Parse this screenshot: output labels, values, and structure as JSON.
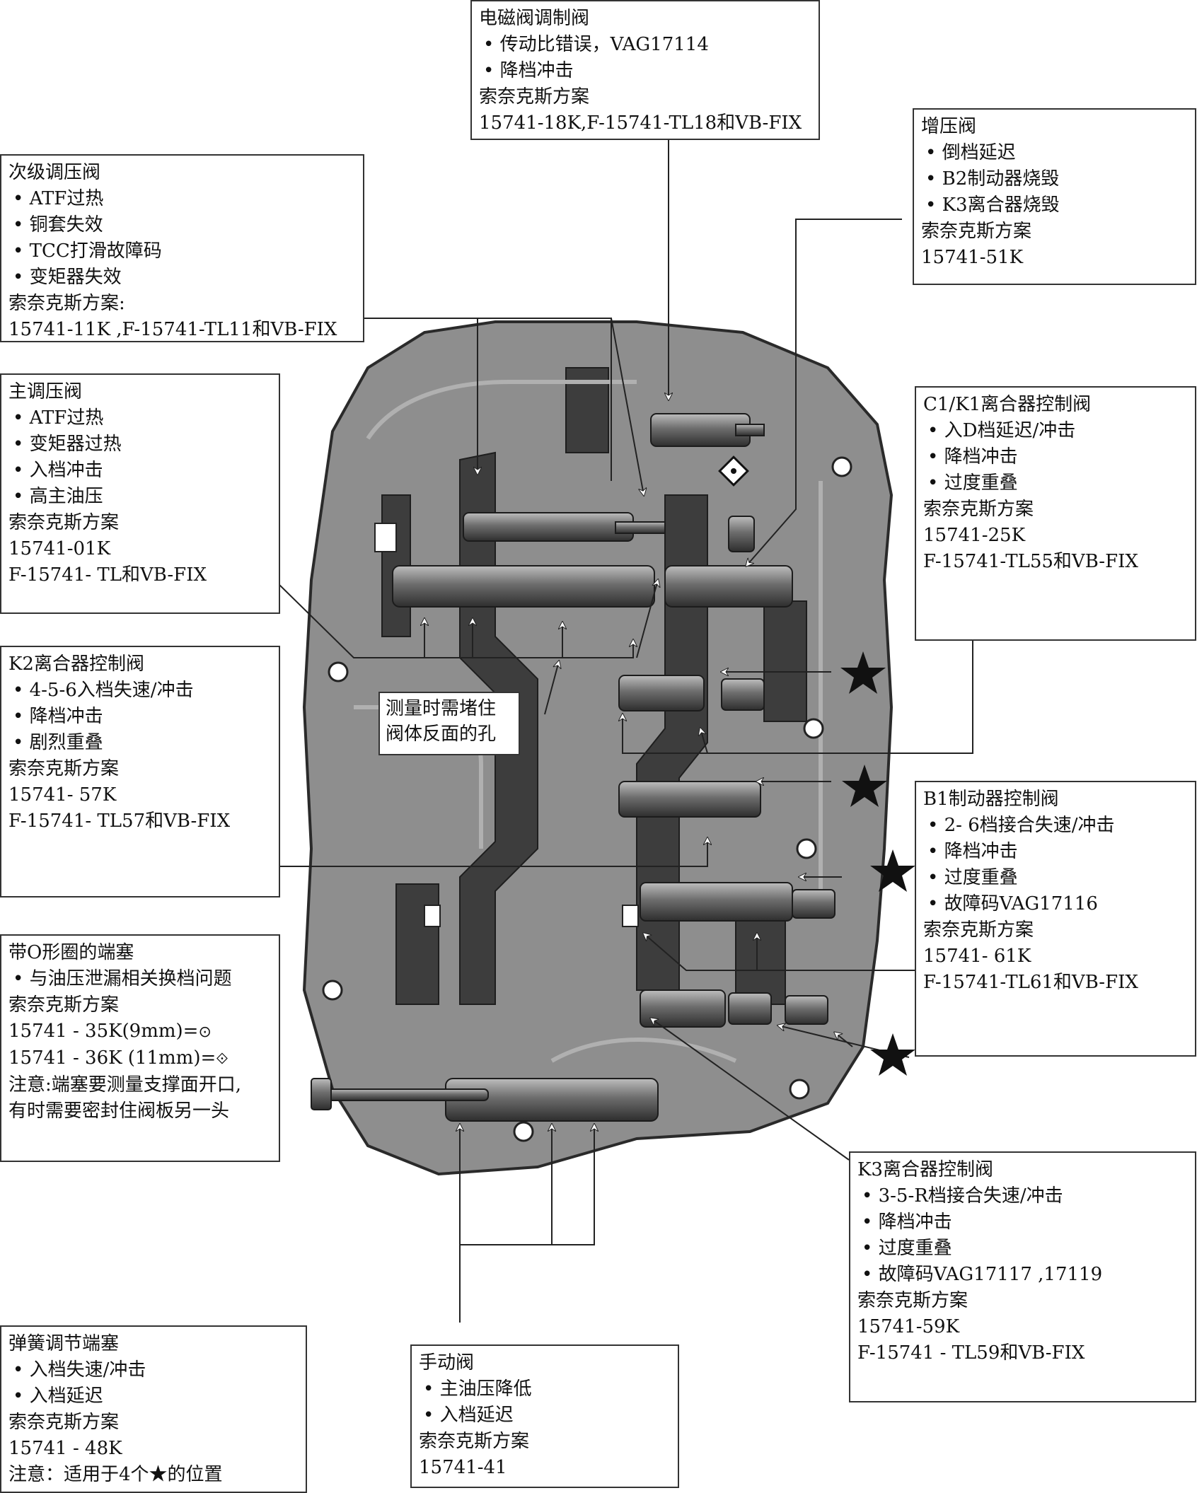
{
  "callouts": {
    "solenoid_modulator": {
      "title": "电磁阀调制阀",
      "bullets": [
        "传动比错误，VAG17114",
        "降档冲击"
      ],
      "solution_label": "索奈克斯方案",
      "parts": [
        "15741-18K,F-15741-TL18和VB-FIX"
      ]
    },
    "boost_valve": {
      "title": "增压阀",
      "bullets": [
        "倒档延迟",
        "B2制动器烧毁",
        "K3离合器烧毁"
      ],
      "solution_label": "索奈克斯方案",
      "parts": [
        "15741-51K"
      ]
    },
    "secondary_regulator": {
      "title": "次级调压阀",
      "bullets": [
        "ATF过热",
        "铜套失效",
        "TCC打滑故障码",
        "变矩器失效"
      ],
      "solution_label": "索奈克斯方案:",
      "parts": [
        "15741-11K ,F-15741-TL11和VB-FIX"
      ]
    },
    "main_regulator": {
      "title": "主调压阀",
      "bullets": [
        "ATF过热",
        "变矩器过热",
        "入档冲击",
        "高主油压"
      ],
      "solution_label": "索奈克斯方案",
      "parts": [
        "15741-01K",
        "F-15741- TL和VB-FIX"
      ]
    },
    "c1k1_clutch": {
      "title": "C1/K1离合器控制阀",
      "bullets": [
        "入D档延迟/冲击",
        "降档冲击",
        "过度重叠"
      ],
      "solution_label": "索奈克斯方案",
      "parts": [
        "15741-25K",
        "F-15741-TL55和VB-FIX"
      ]
    },
    "k2_clutch": {
      "title": "K2离合器控制阀",
      "bullets": [
        "4-5-6入档失速/冲击",
        "降档冲击",
        "剧烈重叠"
      ],
      "solution_label": "索奈克斯方案",
      "parts": [
        "15741- 57K",
        "F-15741- TL57和VB-FIX"
      ]
    },
    "b1_brake": {
      "title": "B1制动器控制阀",
      "bullets": [
        "2- 6档接合失速/冲击",
        "降档冲击",
        "过度重叠",
        "故障码VAG17116"
      ],
      "solution_label": "索奈克斯方案",
      "parts": [
        "15741- 61K",
        "F-15741-TL61和VB-FIX"
      ]
    },
    "oring_plug": {
      "title": "带O形圈的端塞",
      "bullets": [
        "与油压泄漏相关换档问题"
      ],
      "solution_label": "索奈克斯方案",
      "parts": [
        "15741 - 35K(9mm)=",
        "15741 - 36K (11mm)="
      ],
      "part_glyphs": [
        "⊙",
        "⟐"
      ],
      "notes": [
        "注意:端塞要测量支撑面开口,",
        "有时需要密封住阀板另一头"
      ]
    },
    "k3_clutch": {
      "title": "K3离合器控制阀",
      "bullets": [
        "3-5-R档接合失速/冲击",
        "降档冲击",
        "过度重叠",
        "故障码VAG17117 ,17119"
      ],
      "solution_label": "索奈克斯方案",
      "parts": [
        "15741-59K",
        "F-15741 - TL59和VB-FIX"
      ]
    },
    "spring_plug": {
      "title": "弹簧调节端塞",
      "bullets": [
        "入档失速/冲击",
        "入档延迟"
      ],
      "solution_label": "索奈克斯方案",
      "parts": [
        "15741 - 48K"
      ],
      "notes": [
        "注意：适用于4个★的位置"
      ]
    },
    "manual_valve": {
      "title": "手动阀",
      "bullets": [
        "主油压降低",
        "入档延迟"
      ],
      "solution_label": "索奈克斯方案",
      "parts": [
        "15741-41"
      ]
    }
  },
  "measure_note": [
    "测量时需堵住",
    "阀体反面的孔"
  ],
  "colors": {
    "body": "#8c8c8c",
    "body_dark": "#5e5e5e",
    "channel": "#3a3a3a",
    "spool": "#6a6a6a",
    "frame": "#333333"
  }
}
